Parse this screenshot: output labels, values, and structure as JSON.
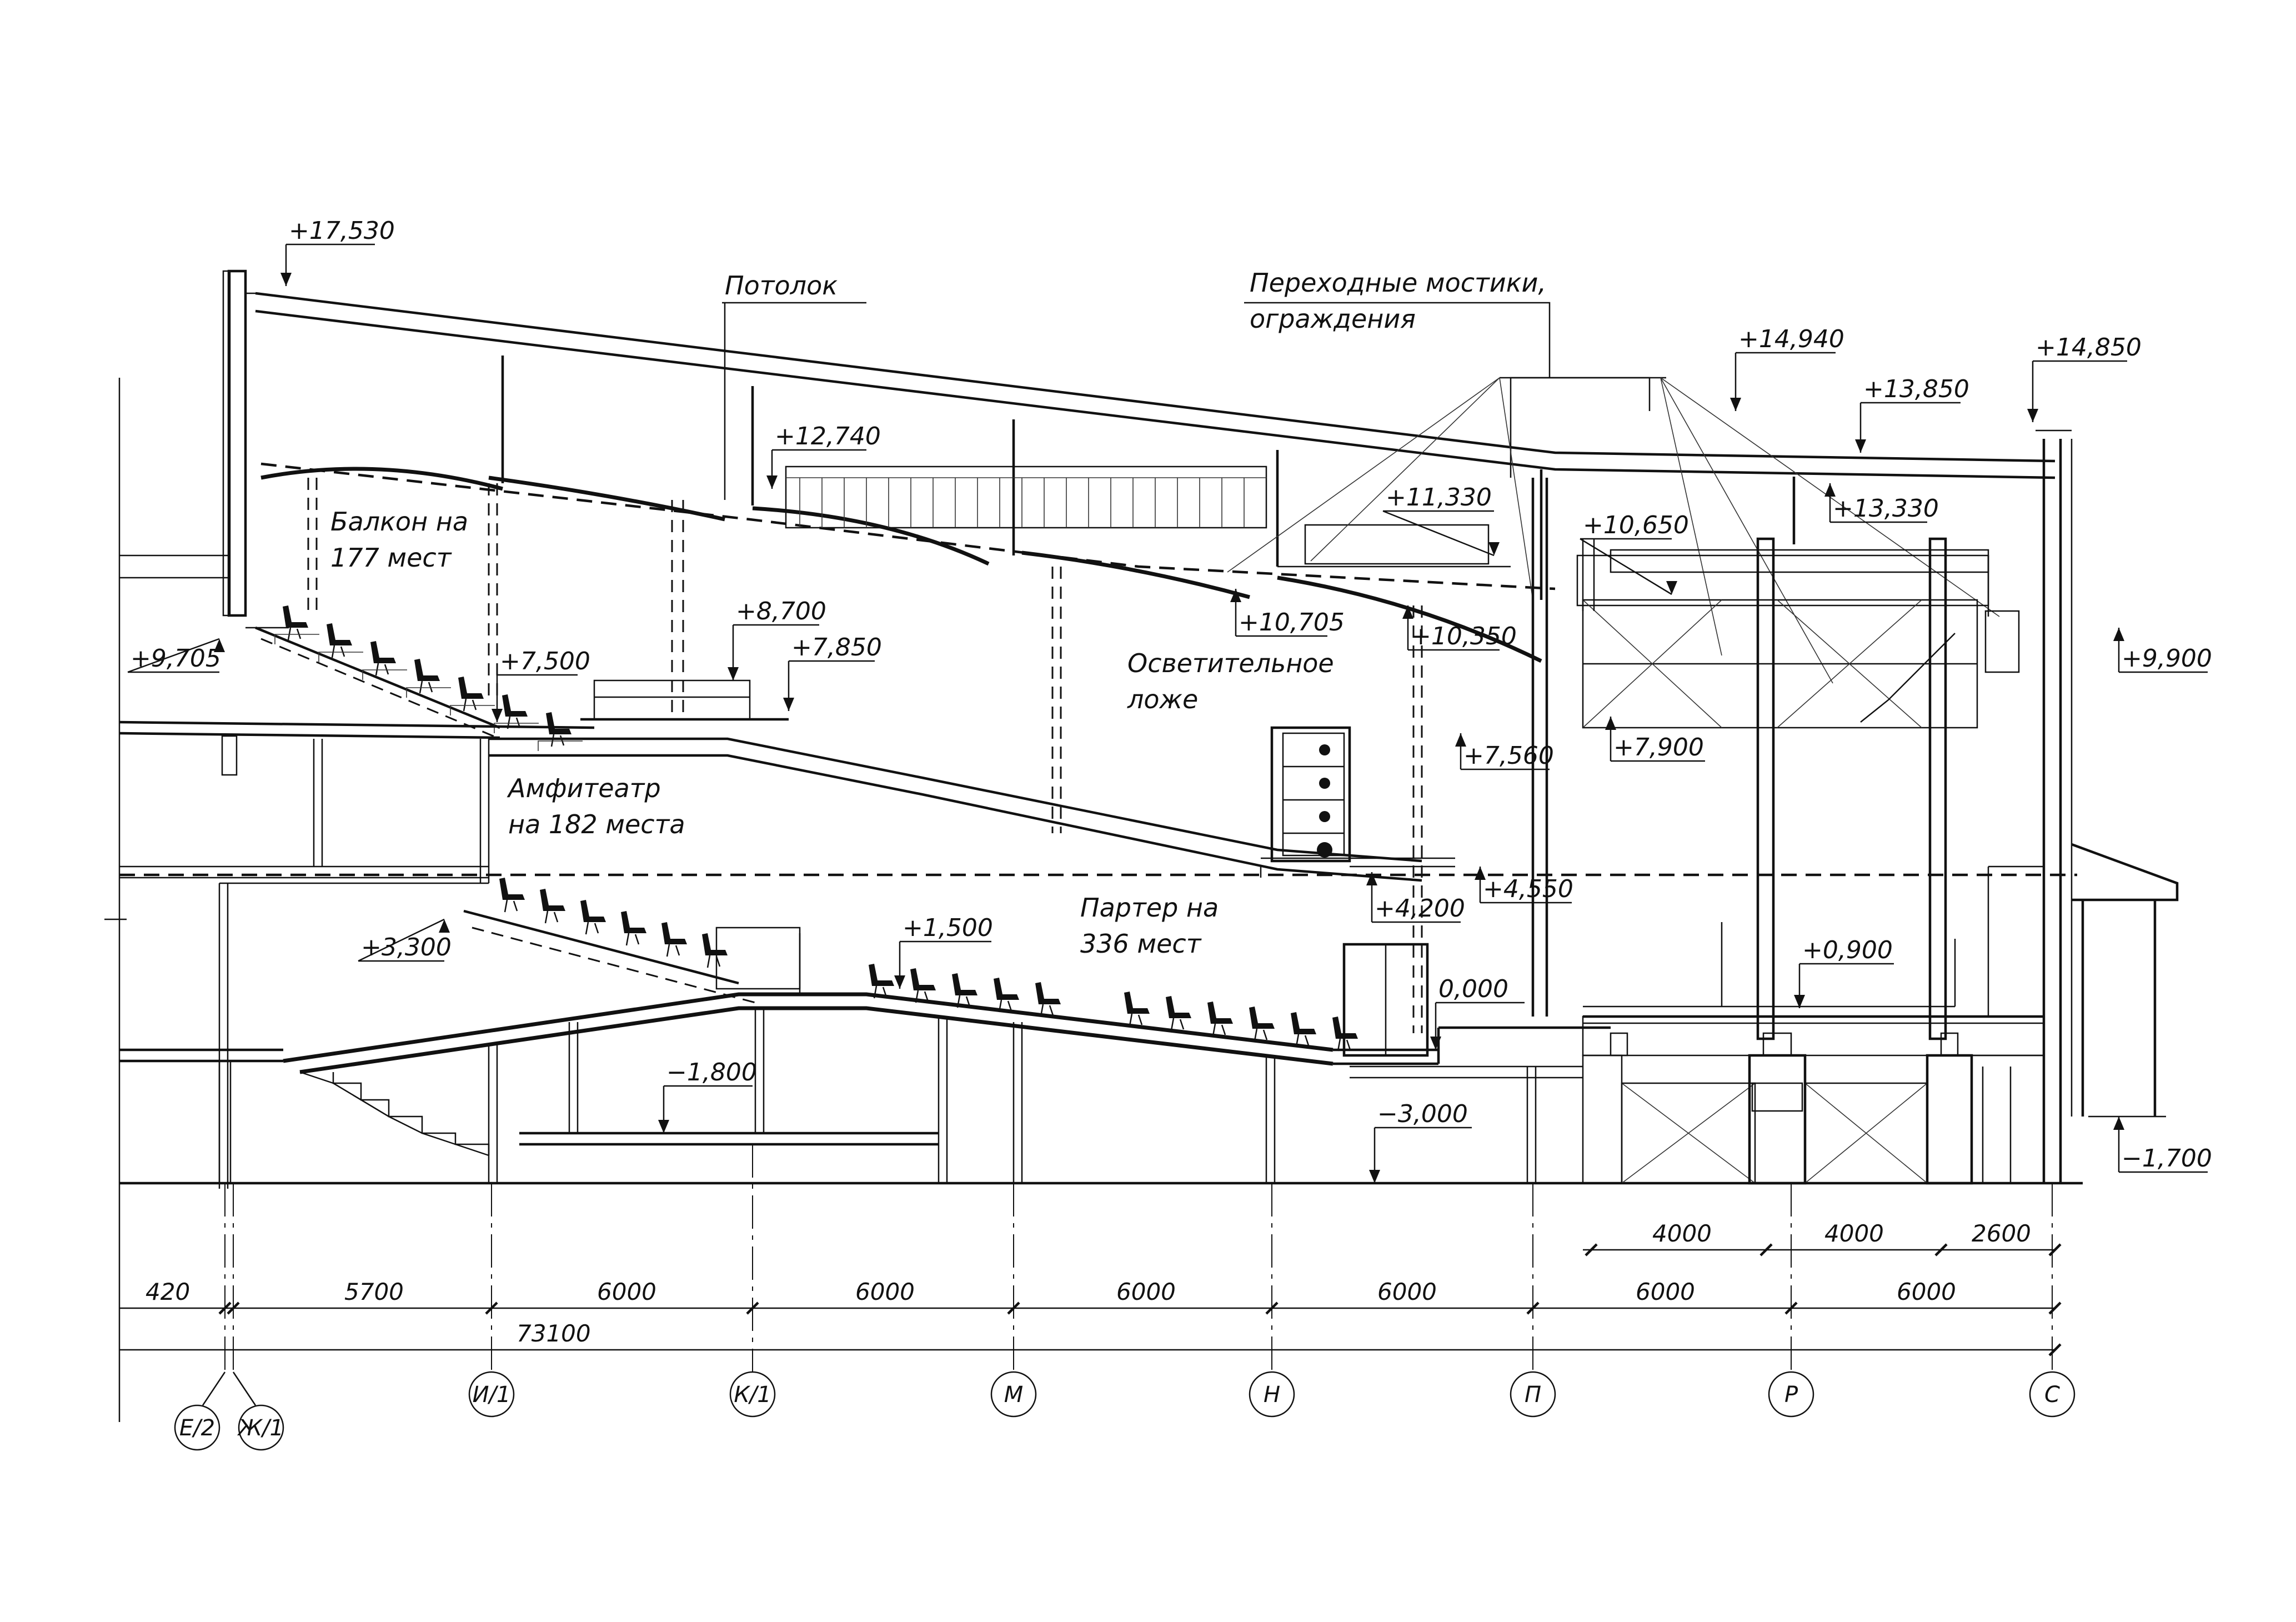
{
  "labels": {
    "ceiling": "Потолок",
    "bridges_line1": "Переходные мостики,",
    "bridges_line2": "ограждения",
    "balcony_line1": "Балкон на",
    "balcony_line2": "177 мест",
    "amphi_line1": "Амфитеатр",
    "amphi_line2": "на 182 места",
    "lighting_line1": "Осветительное",
    "lighting_line2": "ложе",
    "parterre_line1": "Партер на",
    "parterre_line2": "336 мест"
  },
  "elevations": {
    "e17530": "+17,530",
    "e14940": "+14,940",
    "e14850": "+14,850",
    "e13850": "+13,850",
    "e13330": "+13,330",
    "e12740": "+12,740",
    "e11330": "+11,330",
    "e10650": "+10,650",
    "e10705": "+10,705",
    "e10350": "+10,350",
    "e9900": "+9,900",
    "e9705": "+9,705",
    "e8700": "+8,700",
    "e7850": "+7,850",
    "e7500": "+7,500",
    "e7900": "+7,900",
    "e7560": "+7,560",
    "e4550": "+4,550",
    "e4200": "+4,200",
    "e3300": "+3,300",
    "e1500": "+1,500",
    "e0900": "+0,900",
    "e0000": "0,000",
    "em1800": "−1,800",
    "em3000": "−3,000",
    "em1700": "−1,700"
  },
  "dimensions": {
    "top_row": [
      "4000",
      "4000",
      "2600"
    ],
    "mid_row": [
      "420",
      "5700",
      "6000",
      "6000",
      "6000",
      "6000",
      "6000",
      "6000"
    ],
    "total": "73100"
  },
  "axes": [
    "Е/2",
    "Ж/1",
    "И/1",
    "К/1",
    "М",
    "Н",
    "П",
    "Р",
    "С"
  ]
}
